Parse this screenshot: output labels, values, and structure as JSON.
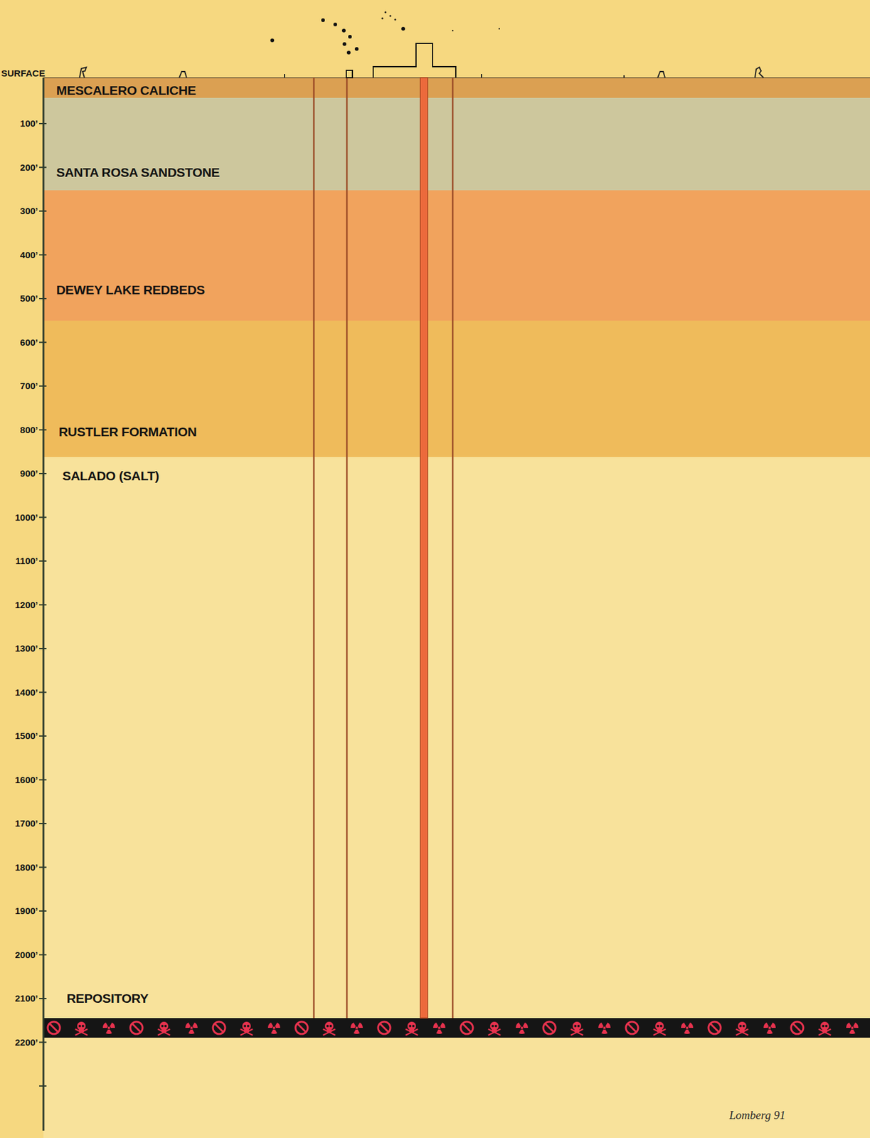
{
  "diagram": {
    "nodes": [
      {
        "text": [
          "MESCALERO CALICHE"
        ]
      },
      {
        "text": [
          "SANTA ROSA SANDSTONE"
        ]
      },
      {
        "text": [
          "DEWEY LAKE REDBEDS"
        ]
      },
      {
        "text": [
          "RUSTLER FORMATION"
        ]
      },
      {
        "text": [
          "SALADO (SALT)"
        ]
      },
      {
        "text": [
          "REPOSITORY"
        ],
        "in": 4
      }
    ],
    "labels": [
      "SURFACE",
      "100’",
      "200’",
      "300’",
      "400’",
      "500’",
      "600’",
      "700’",
      "800’",
      "900’",
      "1000’",
      "1100’",
      "1200’",
      "1300’",
      "1400’",
      "1500’",
      "1600’",
      "1700’",
      "1800’",
      "1900’",
      "2000’",
      "2100’",
      "2200’",
      "Lomberg 91"
    ]
  }
}
